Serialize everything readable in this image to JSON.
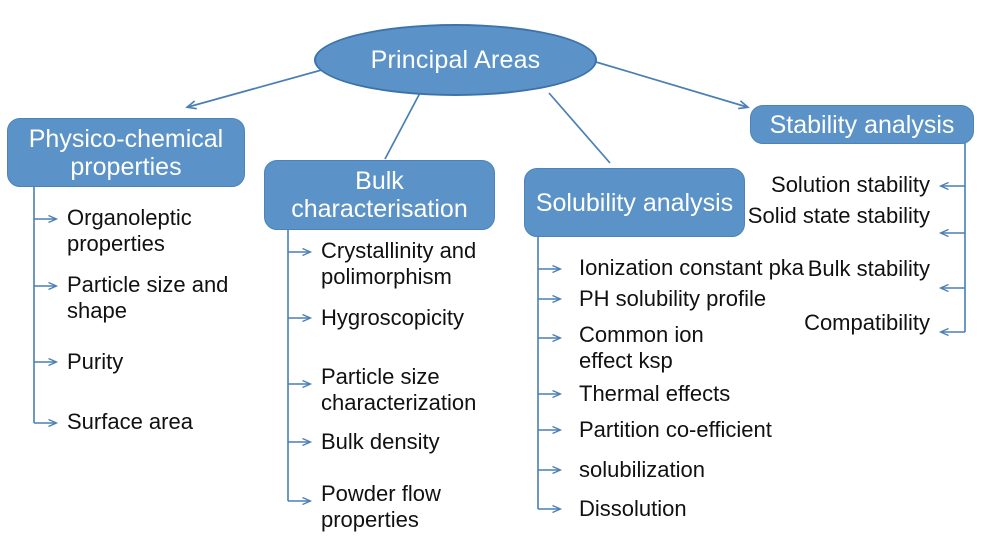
{
  "diagram": {
    "title": "Principal Areas",
    "root": {
      "label": "Principal Areas"
    },
    "branches": [
      {
        "id": "physico-chemical-properties",
        "label": "Physico-chemical properties",
        "items": [
          "Organoleptic properties",
          "Particle size and shape",
          "Purity",
          "Surface area"
        ]
      },
      {
        "id": "bulk-characterisation",
        "label": "Bulk characterisation",
        "items": [
          "Crystallinity and polimorphism",
          "Hygroscopicity",
          "Particle size characterization",
          "Bulk density",
          "Powder flow properties"
        ]
      },
      {
        "id": "solubility-analysis",
        "label": "Solubility analysis",
        "items": [
          "Ionization constant pka",
          "PH solubility profile",
          "Common ion effect ksp",
          "Thermal effects",
          "Partition co-efficient",
          "solubilization",
          "Dissolution"
        ]
      },
      {
        "id": "stability-analysis",
        "label": "Stability analysis",
        "items": [
          "Solution stability",
          "Solid state stability",
          "Bulk stability",
          "Compatibility"
        ]
      }
    ],
    "colors": {
      "node_fill": "#5b92c8",
      "node_border": "#4b83ba",
      "connector": "#4a7fb5",
      "node_text": "#ffffff",
      "leaf_text": "#111111",
      "background": "#ffffff"
    }
  }
}
